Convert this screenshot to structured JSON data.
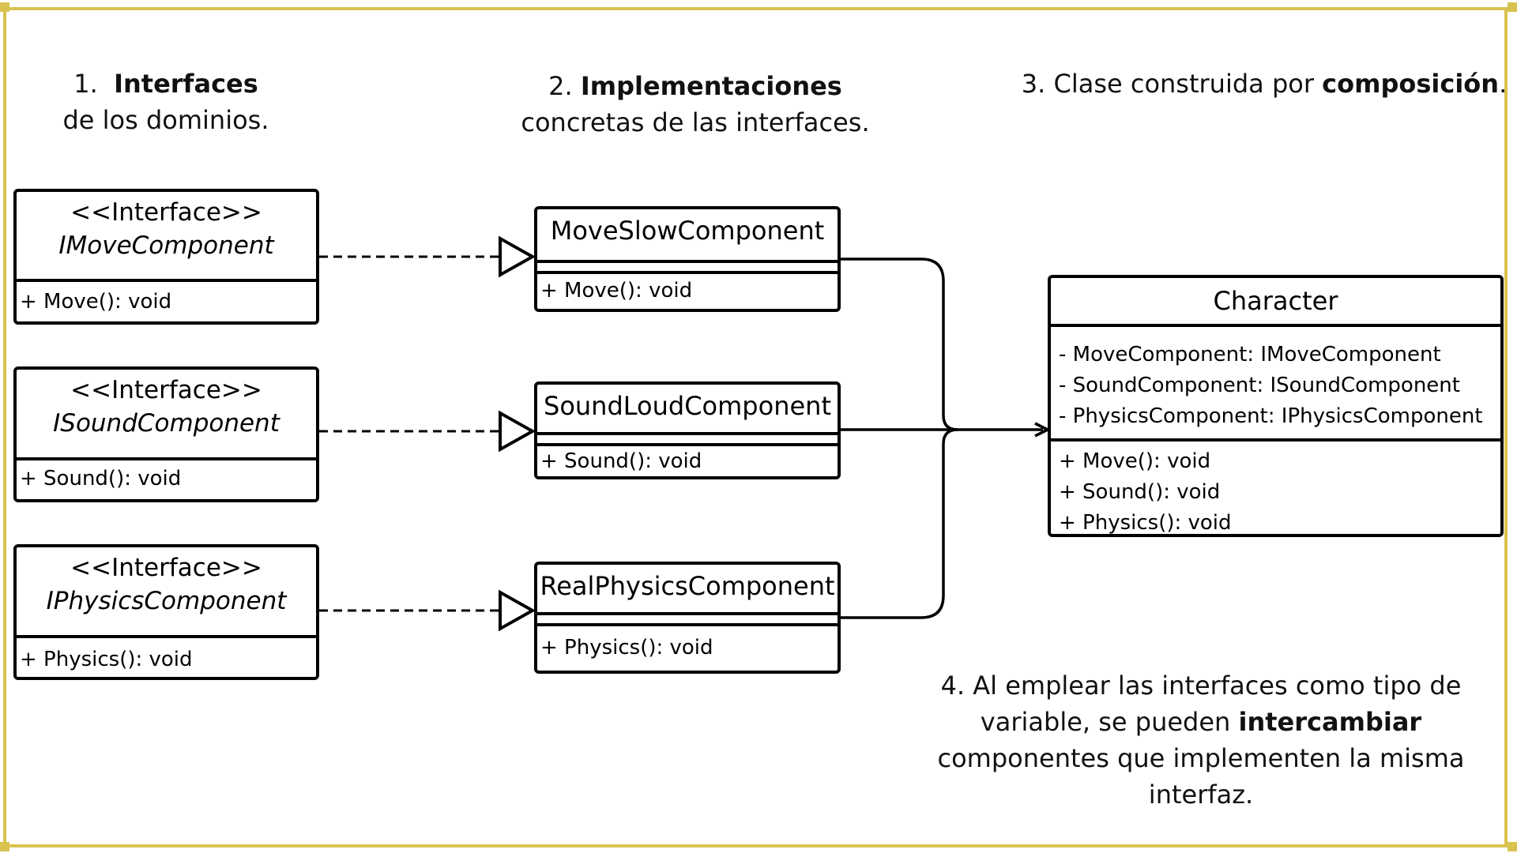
{
  "headings": {
    "interfaces": {
      "num": "1.",
      "bold": "Interfaces",
      "rest": "de los dominios."
    },
    "implementations": {
      "num": "2.",
      "bold": "Implementaciones",
      "rest": "concretas de las interfaces."
    },
    "composition": {
      "pre": "3. Clase construida por ",
      "bold": "composición",
      "post": "."
    }
  },
  "interfaces": [
    {
      "stereotype": "<<Interface>>",
      "name": "IMoveComponent",
      "operation": "+ Move(): void"
    },
    {
      "stereotype": "<<Interface>>",
      "name": "ISoundComponent",
      "operation": "+ Sound(): void"
    },
    {
      "stereotype": "<<Interface>>",
      "name": "IPhysicsComponent",
      "operation": "+ Physics(): void"
    }
  ],
  "implementations": [
    {
      "name": "MoveSlowComponent",
      "operation": "+ Move(): void"
    },
    {
      "name": "SoundLoudComponent",
      "operation": "+ Sound(): void"
    },
    {
      "name": "RealPhysicsComponent",
      "operation": "+ Physics(): void"
    }
  ],
  "character": {
    "name": "Character",
    "attributes": [
      "- MoveComponent: IMoveComponent",
      "- SoundComponent: ISoundComponent",
      "- PhysicsComponent: IPhysicsComponent"
    ],
    "operations": [
      "+ Move(): void",
      "+ Sound(): void",
      "+ Physics(): void"
    ]
  },
  "note": {
    "line1": "4.  Al emplear las interfaces como tipo de",
    "line2_pre": "variable, se pueden ",
    "line2_bold": "intercambiar",
    "line3": "componentes que implementen la misma",
    "line4": "interfaz."
  },
  "colors": {
    "frame": "#d9c24f",
    "lines": "#000000"
  }
}
